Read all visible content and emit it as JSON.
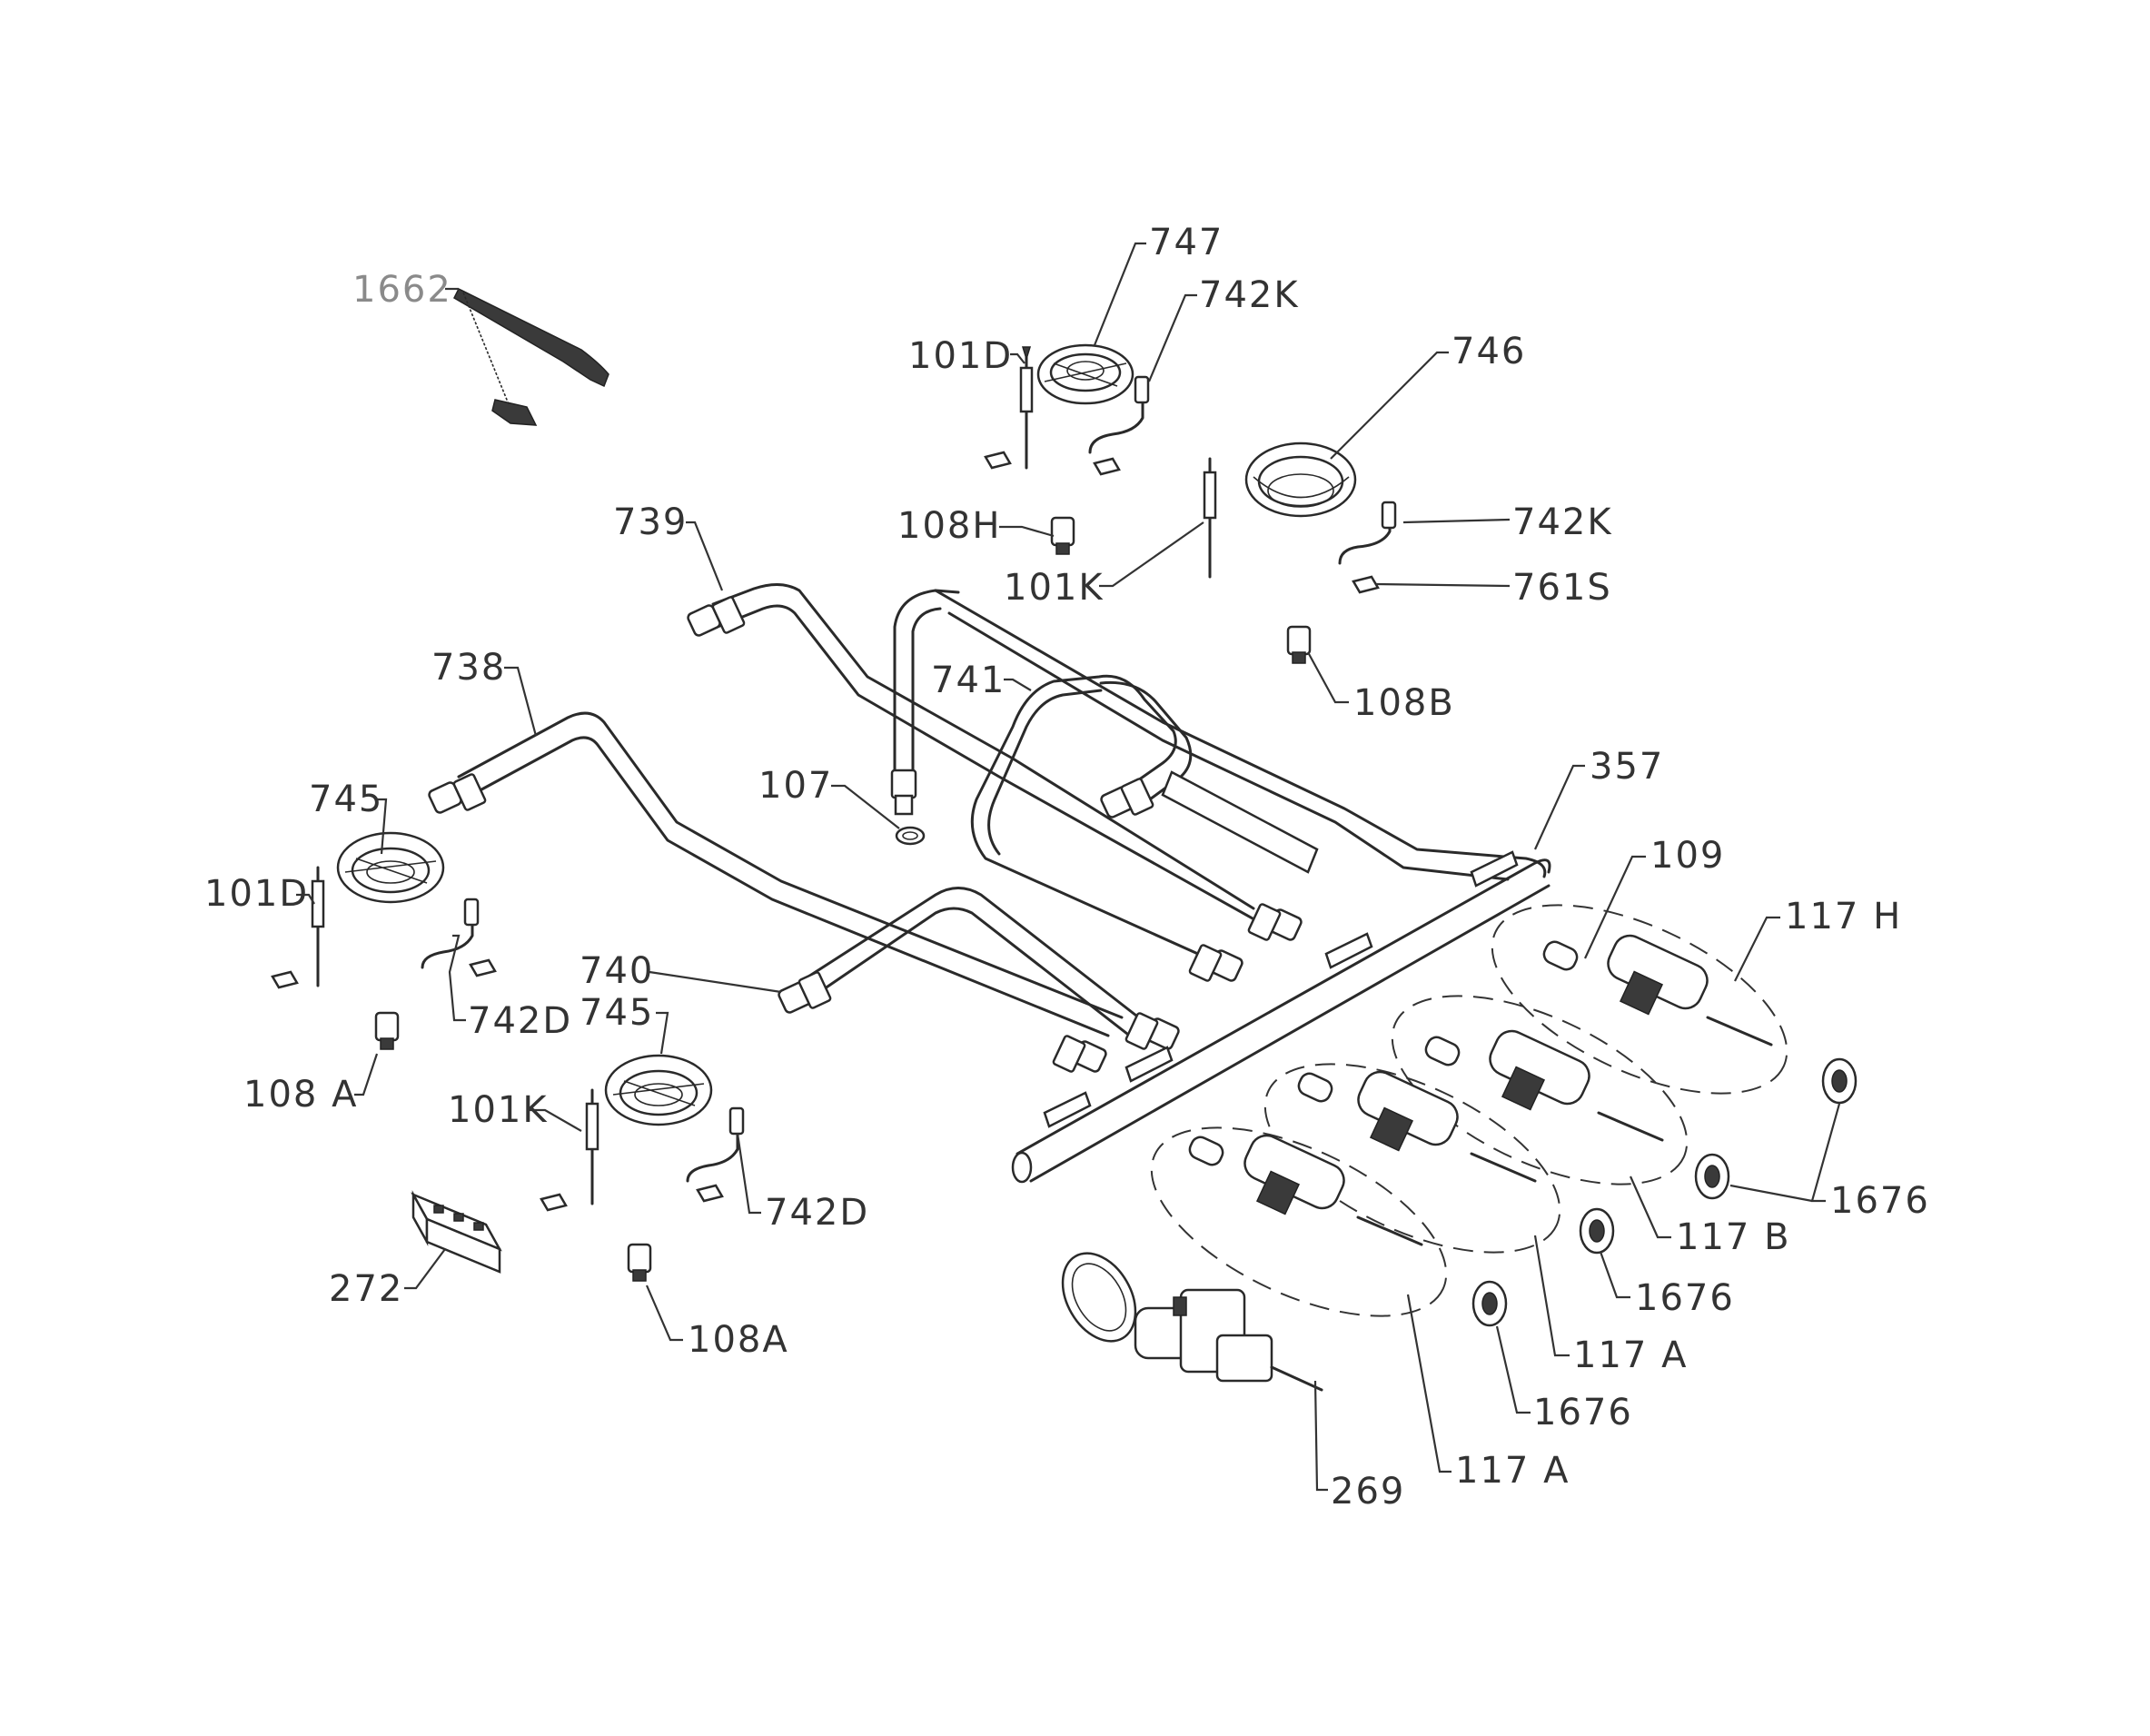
{
  "labels": {
    "l1662": "1662",
    "l747": "747",
    "l742k_top": "742K",
    "l101d_top": "101D",
    "l746": "746",
    "l742k_right": "742K",
    "l108h": "108H",
    "l101k_top": "101K",
    "l761s": "761S",
    "l739": "739",
    "l108b": "108B",
    "l738": "738",
    "l741": "741",
    "l357": "357",
    "l107": "107",
    "l745_left": "745",
    "l109": "109",
    "l117h": "117 H",
    "l101d_left": "101D",
    "l740": "740",
    "l745_mid": "745",
    "l742d_left": "742D",
    "l108a_left": "108 A",
    "l101k_mid": "101K",
    "l1676_right": "1676",
    "l117b": "117 B",
    "l742d_mid": "742D",
    "l1676_b": "1676",
    "l272": "272",
    "l117a_top": "117 A",
    "l108a_mid": "108A",
    "l1676_c": "1676",
    "l269": "269",
    "l117a_bottom": "117 A"
  }
}
